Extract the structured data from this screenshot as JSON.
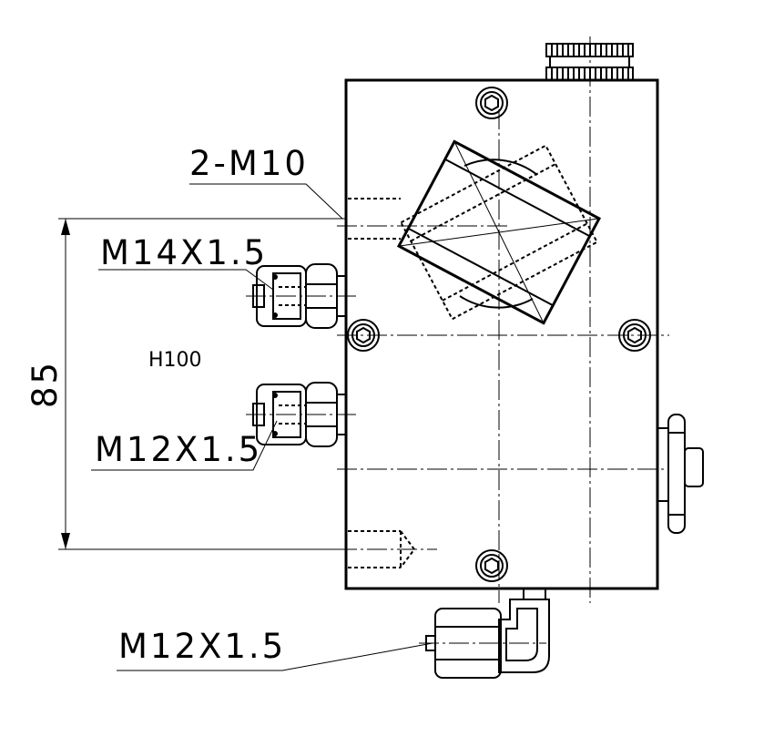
{
  "labels": {
    "thread_top": "2-M10",
    "thread_m14": "M14X1.5",
    "thread_m12_side": "M12X1.5",
    "thread_m12_bottom": "M12X1.5",
    "height_note": "H100",
    "dimension_85": "85"
  }
}
